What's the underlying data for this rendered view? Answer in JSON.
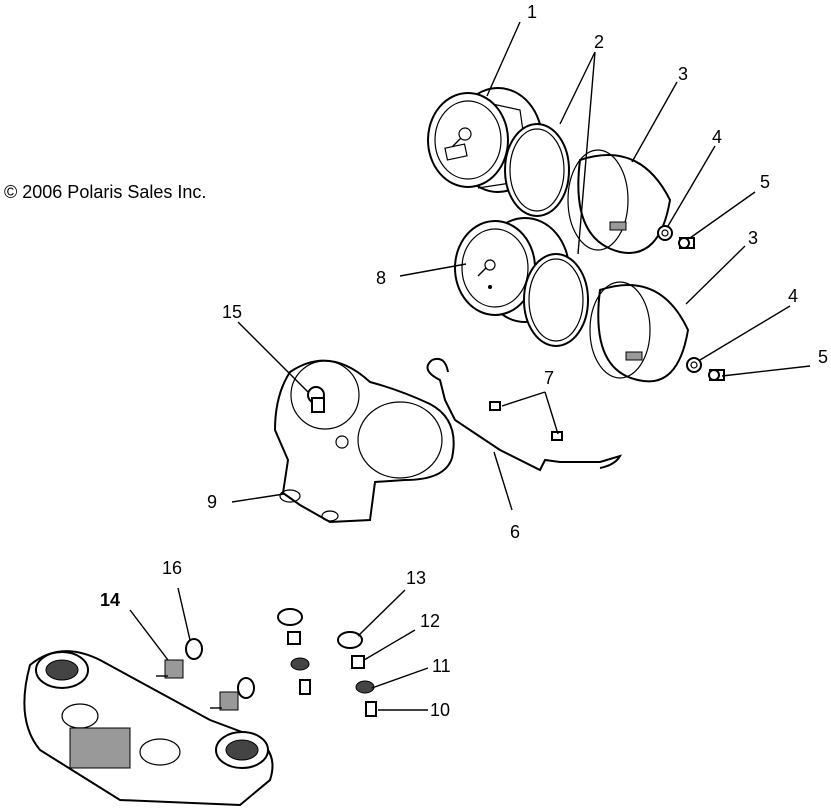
{
  "copyright": "© 2006 Polaris Sales Inc.",
  "callouts": {
    "c1": "1",
    "c2": "2",
    "c3a": "3",
    "c3b": "3",
    "c4a": "4",
    "c4b": "4",
    "c5a": "5",
    "c5b": "5",
    "c6": "6",
    "c7": "7",
    "c8": "8",
    "c9": "9",
    "c10": "10",
    "c11": "11",
    "c12": "12",
    "c13": "13",
    "c14": "14",
    "c15": "15",
    "c16": "16"
  }
}
